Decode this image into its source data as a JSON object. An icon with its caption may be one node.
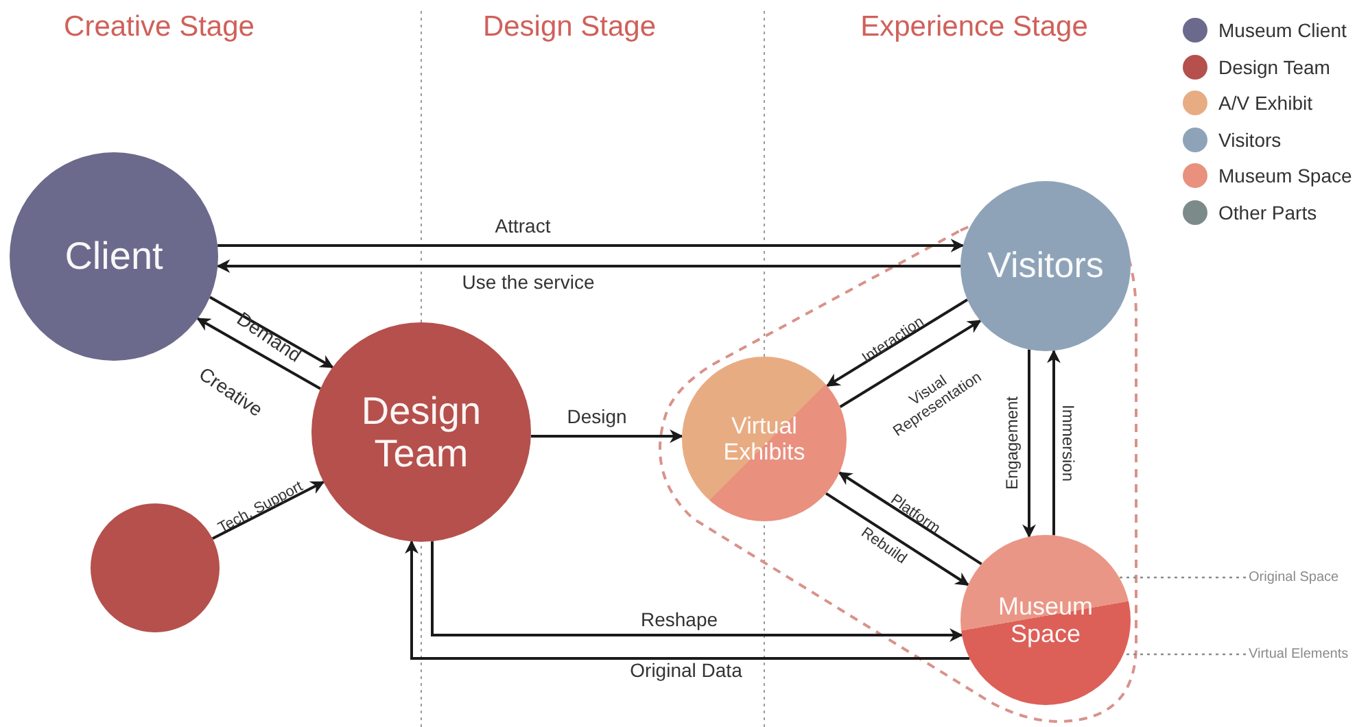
{
  "diagram": {
    "nodes": [
      {
        "text": [
          "Client"
        ]
      },
      {
        "text": [
          "Design Team"
        ]
      },
      {
        "text": [],
        "shape": "circle"
      },
      {
        "text": [
          "Virtual Exhibits"
        ]
      },
      {
        "text": [
          "Visitors"
        ]
      },
      {
        "text": [
          "Museum Space"
        ]
      },
      {
        "text": [
          "Original Space"
        ]
      },
      {
        "text": [
          "Virtual Elements"
        ]
      }
    ],
    "edges": [
      {
        "from": 0,
        "to": 4,
        "arrow": "to",
        "label": "Attract"
      },
      {
        "from": 4,
        "to": 0,
        "arrow": "to",
        "label": "Use the service"
      },
      {
        "from": 0,
        "to": 1,
        "arrow": "to",
        "label": "Demand"
      },
      {
        "from": 1,
        "to": 0,
        "arrow": "to",
        "label": "Creative"
      },
      {
        "from": 2,
        "to": 1,
        "arrow": "to",
        "label": "Tech. Support"
      },
      {
        "from": 1,
        "to": 3,
        "arrow": "to",
        "label": "Design"
      },
      {
        "from": 4,
        "to": 3,
        "arrow": "to",
        "label": "Interaction"
      },
      {
        "from": 3,
        "to": 4,
        "arrow": "to",
        "label": "Visual Representation"
      },
      {
        "from": 4,
        "to": 5,
        "arrow": "to",
        "label": "Engagement"
      },
      {
        "from": 5,
        "to": 4,
        "arrow": "to",
        "label": "Immersion"
      },
      {
        "from": 5,
        "to": 3,
        "arrow": "to",
        "label": "Platform"
      },
      {
        "from": 3,
        "to": 5,
        "arrow": "to",
        "label": "Rebuild"
      },
      {
        "from": 1,
        "to": 5,
        "arrow": "to",
        "label": "Reshape"
      },
      {
        "from": 5,
        "to": 1,
        "arrow": "to",
        "label": "Original Data"
      },
      {
        "from": 6,
        "to": 5,
        "arrow": "none",
        "style": "dashed",
        "color": "#8a8a8a"
      },
      {
        "from": 7,
        "to": 5,
        "arrow": "none",
        "style": "dashed",
        "color": "#8a8a8a"
      }
    ],
    "labels": [
      "Creative Stage",
      "Design Stage",
      "Experience Stage"
    ],
    "legend": [
      {
        "text": "Museum Client",
        "color": "#6b6a8c"
      },
      {
        "text": "Design Team",
        "color": "#b5504c"
      },
      {
        "text": "A/V Exhibit",
        "color": "#e8ac83"
      },
      {
        "text": "Visitors",
        "color": "#8fa3b8"
      },
      {
        "text": "Museum Space",
        "color": "#e9907f"
      },
      {
        "text": "Other Parts",
        "color": "#7c8b8a"
      }
    ]
  }
}
